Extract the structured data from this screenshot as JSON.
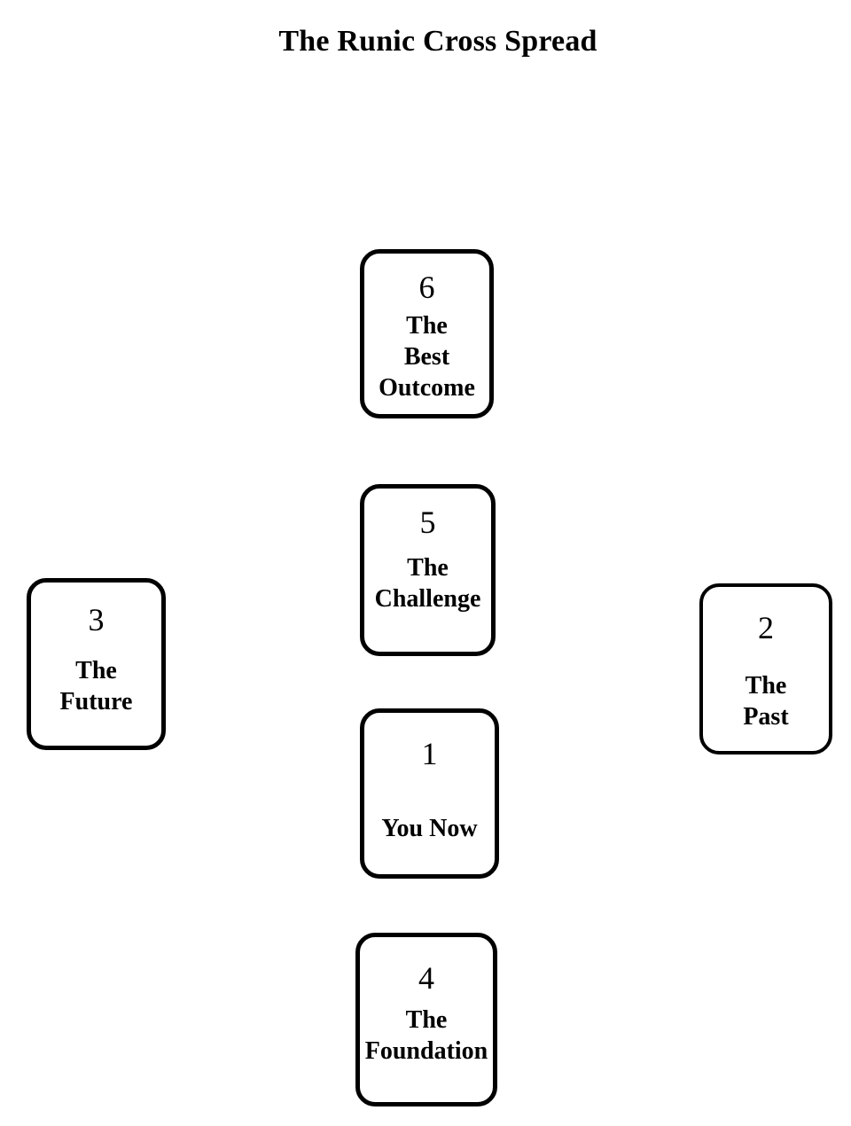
{
  "title": "The Runic Cross Spread",
  "cards": {
    "one": {
      "number": "1",
      "label": "You Now"
    },
    "two": {
      "number": "2",
      "label": "The\nPast"
    },
    "three": {
      "number": "3",
      "label": "The\nFuture"
    },
    "four": {
      "number": "4",
      "label": "The\nFoundation"
    },
    "five": {
      "number": "5",
      "label": "The\nChallenge"
    },
    "six": {
      "number": "6",
      "label": "The\nBest\nOutcome"
    }
  }
}
